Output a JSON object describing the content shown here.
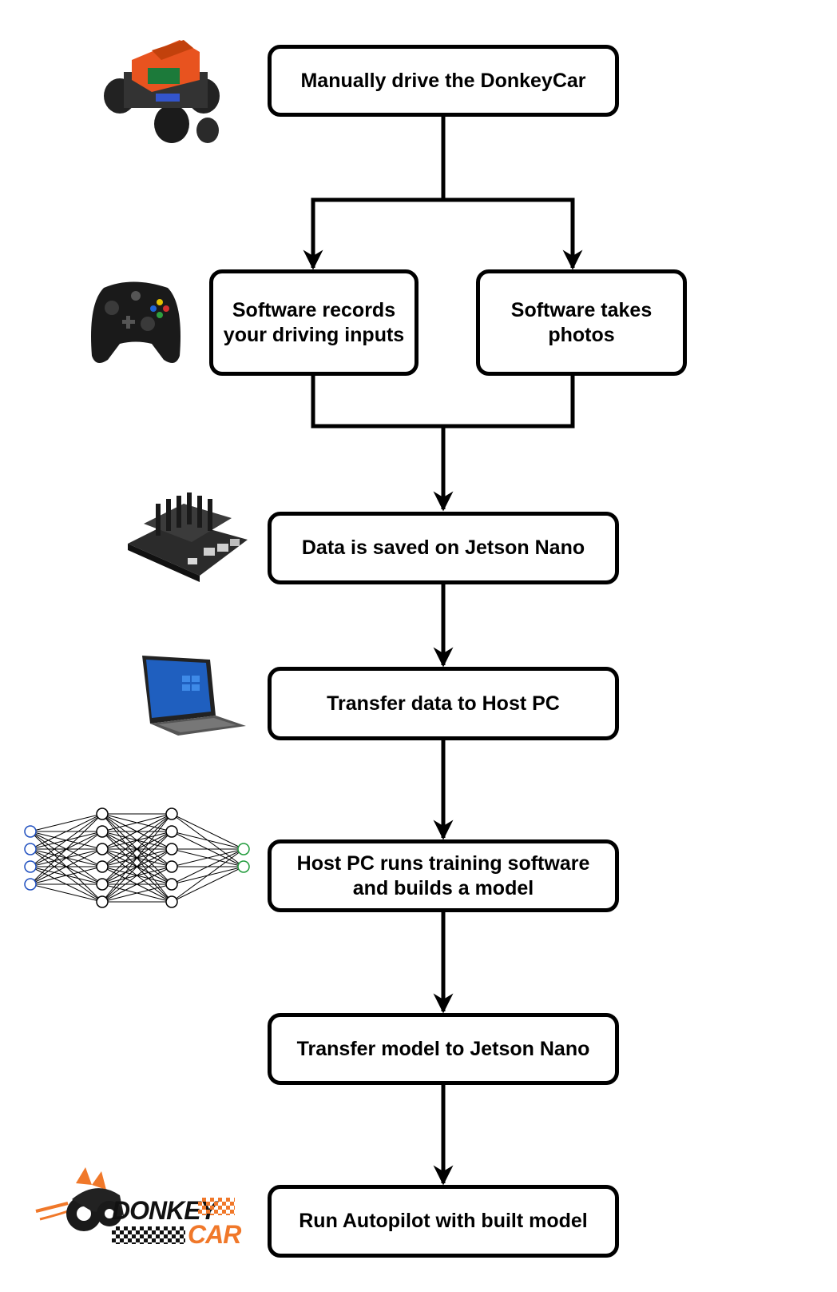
{
  "steps": {
    "drive": "Manually drive the DonkeyCar",
    "records": "Software records\nyour driving inputs",
    "photos": "Software takes\nphotos",
    "saved": "Data is saved on Jetson Nano",
    "transfer_data": "Transfer data to Host PC",
    "training": "Host PC runs training software\nand builds a model",
    "transfer_model": "Transfer model to Jetson Nano",
    "autopilot": "Run Autopilot with built model"
  },
  "logo": {
    "line1": "DONKEY",
    "line2": "CAR"
  },
  "icons": [
    "donkeycar-robot-icon",
    "gamepad-icon",
    "jetson-nano-board-icon",
    "laptop-icon",
    "neural-network-icon",
    "donkeycar-logo-icon"
  ],
  "colors": {
    "stroke": "#000000",
    "robot_orange": "#e8531f",
    "logo_orange": "#f0782a",
    "nn_input": "#1f4fbf",
    "nn_output": "#1f9a3a"
  }
}
